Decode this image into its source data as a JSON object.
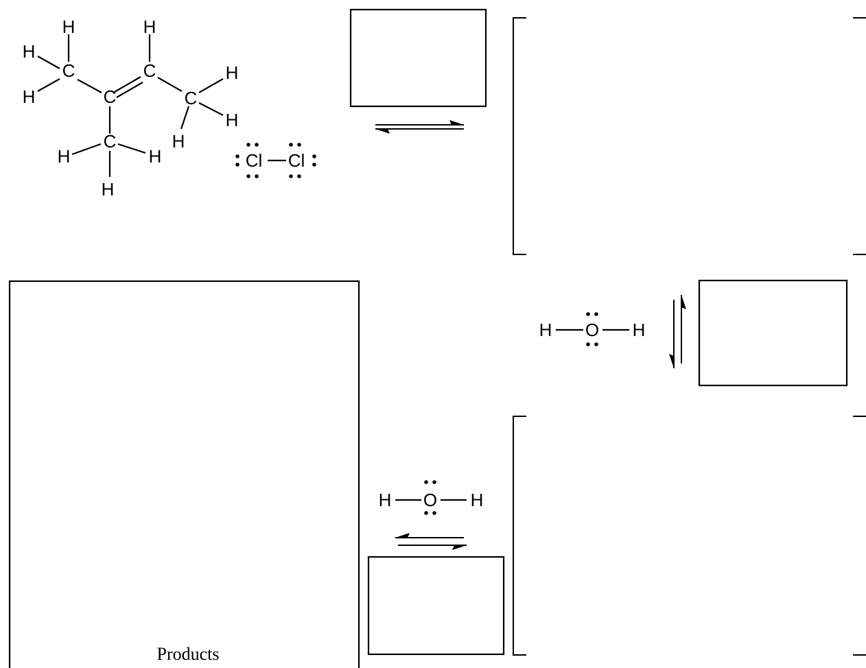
{
  "molecule": {
    "atoms": {
      "c1": "C",
      "c2": "C",
      "c3": "C",
      "c4": "C",
      "c5": "C",
      "h": "H"
    }
  },
  "chlorine": {
    "atom": "Cl"
  },
  "water": {
    "oxygen": "O",
    "hydrogen": "H"
  },
  "products_label": "Products"
}
